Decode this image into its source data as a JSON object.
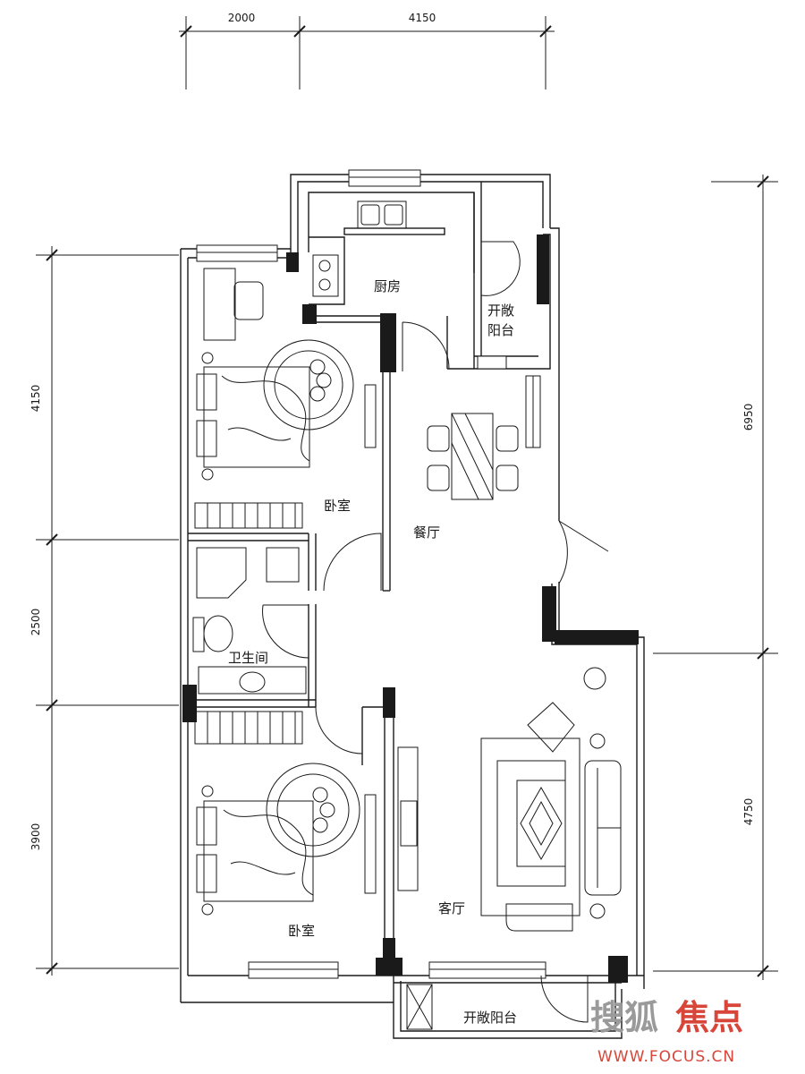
{
  "rooms": {
    "kitchen": "厨房",
    "balcony_top": "开敞\n阳台",
    "balcony_top_line1": "开敞",
    "balcony_top_line2": "阳台",
    "bedroom_top": "卧室",
    "dining": "餐厅",
    "bathroom": "卫生间",
    "living": "客厅",
    "bedroom_bottom": "卧室",
    "balcony_bottom": "开敞阳台"
  },
  "dimensions": {
    "top": [
      "2000",
      "4150"
    ],
    "left": [
      "4150",
      "2500",
      "3900"
    ],
    "right": [
      "6950",
      "4750"
    ]
  },
  "watermark": {
    "brand": "搜狐焦点",
    "brand_part1": "搜狐",
    "brand_part2": "焦点",
    "url": "WWW.FOCUS.CN"
  },
  "colors": {
    "line": "#1a1a1a",
    "watermark_gray": "#9a9a9a",
    "watermark_red": "#d8463a"
  }
}
